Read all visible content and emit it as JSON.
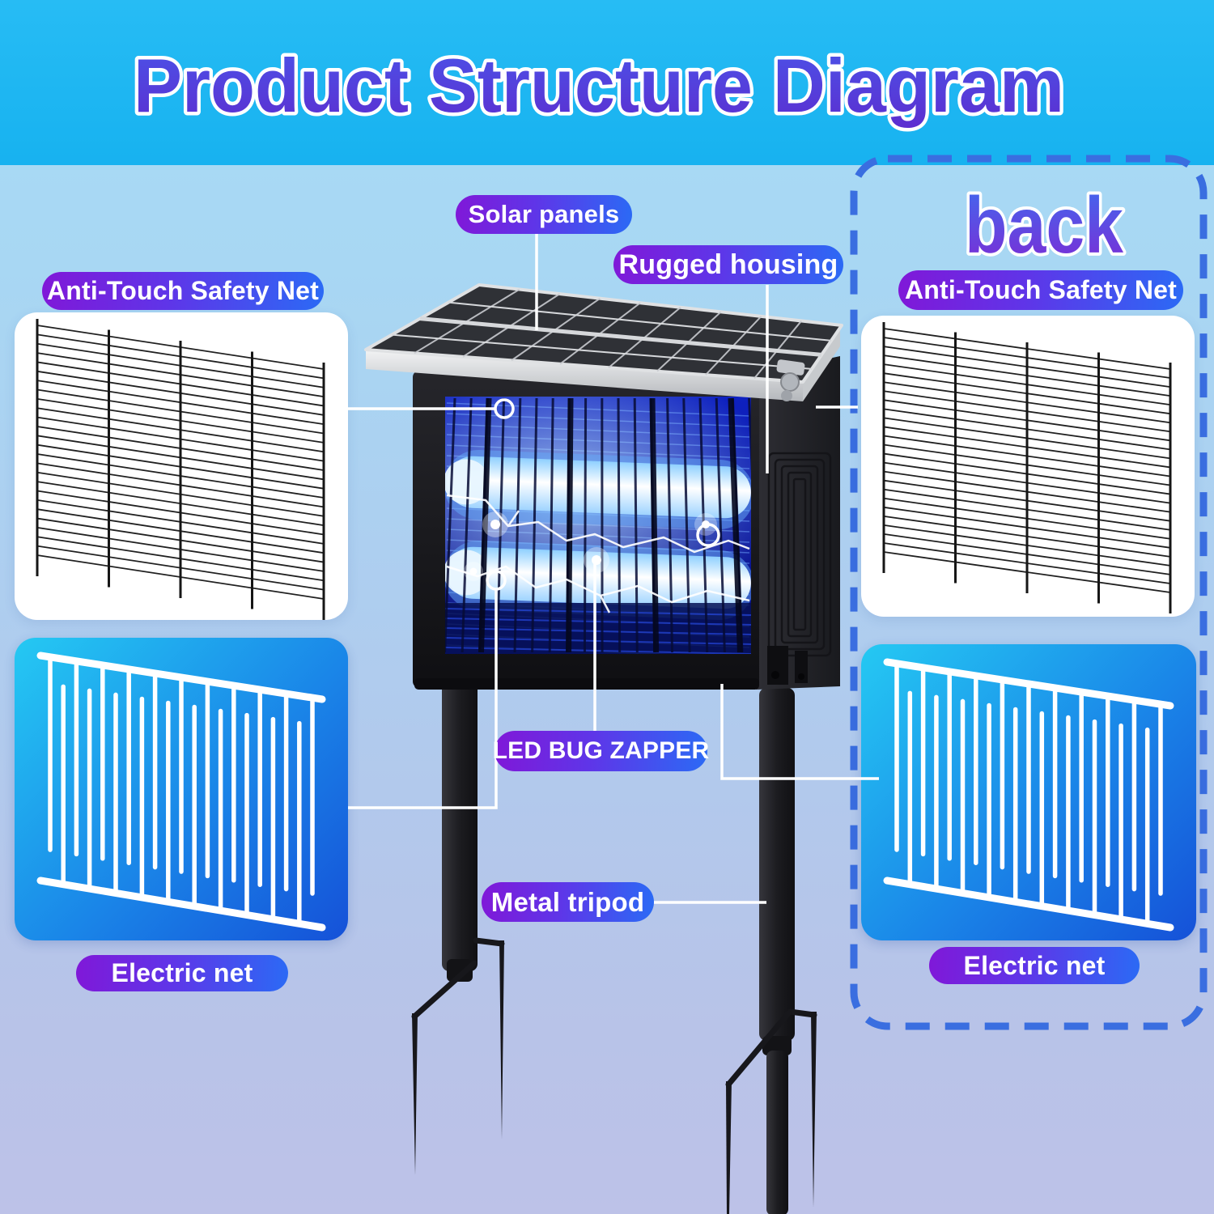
{
  "title": "Product Structure Diagram",
  "back_section_label": "back",
  "callouts": {
    "solar_panels": "Solar panels",
    "rugged_housing": "Rugged housing",
    "anti_touch_left": "Anti-Touch Safety Net",
    "anti_touch_right": "Anti-Touch Safety Net",
    "led_bug_zapper": "LED BUG ZAPPER",
    "metal_tripod": "Metal tripod",
    "electric_net_left": "Electric net",
    "electric_net_right": "Electric net"
  },
  "colors": {
    "top_band": "#1eb6f2",
    "title_gradient_top": "#4b53e8",
    "title_gradient_bottom": "#5c2ed0",
    "back_gradient_top": "#3e6cf0",
    "back_gradient_bottom": "#7e2ad4",
    "pill_gradient_left": "#8018d8",
    "pill_gradient_right": "#2b6af5",
    "dashed_border": "#3a6ee0",
    "callout_line": "#ffffff",
    "net_wire": "#202020",
    "net_post": "#161616",
    "electric_wire": "#ffffff",
    "zapper_glow": "#1125c8"
  }
}
